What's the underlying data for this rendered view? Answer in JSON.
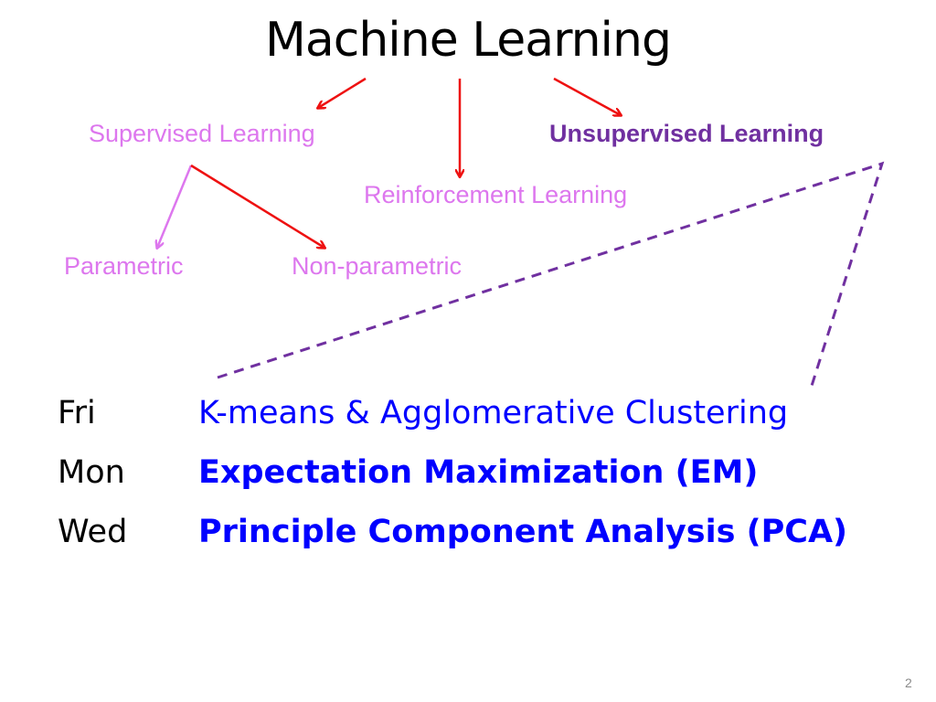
{
  "title": "Machine Learning",
  "nodes": {
    "supervised": "Supervised Learning",
    "unsupervised": "Unsupervised Learning",
    "reinforcement": "Reinforcement Learning",
    "parametric": "Parametric",
    "nonparametric": "Non-parametric"
  },
  "schedule": [
    {
      "day": "Fri",
      "topic": "K-means & Agglomerative Clustering"
    },
    {
      "day": "Mon",
      "topic": "Expectation Maximization (EM)"
    },
    {
      "day": "Wed",
      "topic": "Principle Component Analysis (PCA)"
    }
  ],
  "page_number": "2",
  "colors": {
    "arrow_red": "#ee1111",
    "arrow_violet": "#dd77ee",
    "dashed_purple": "#7030a0",
    "topic_blue": "#0000ff"
  }
}
